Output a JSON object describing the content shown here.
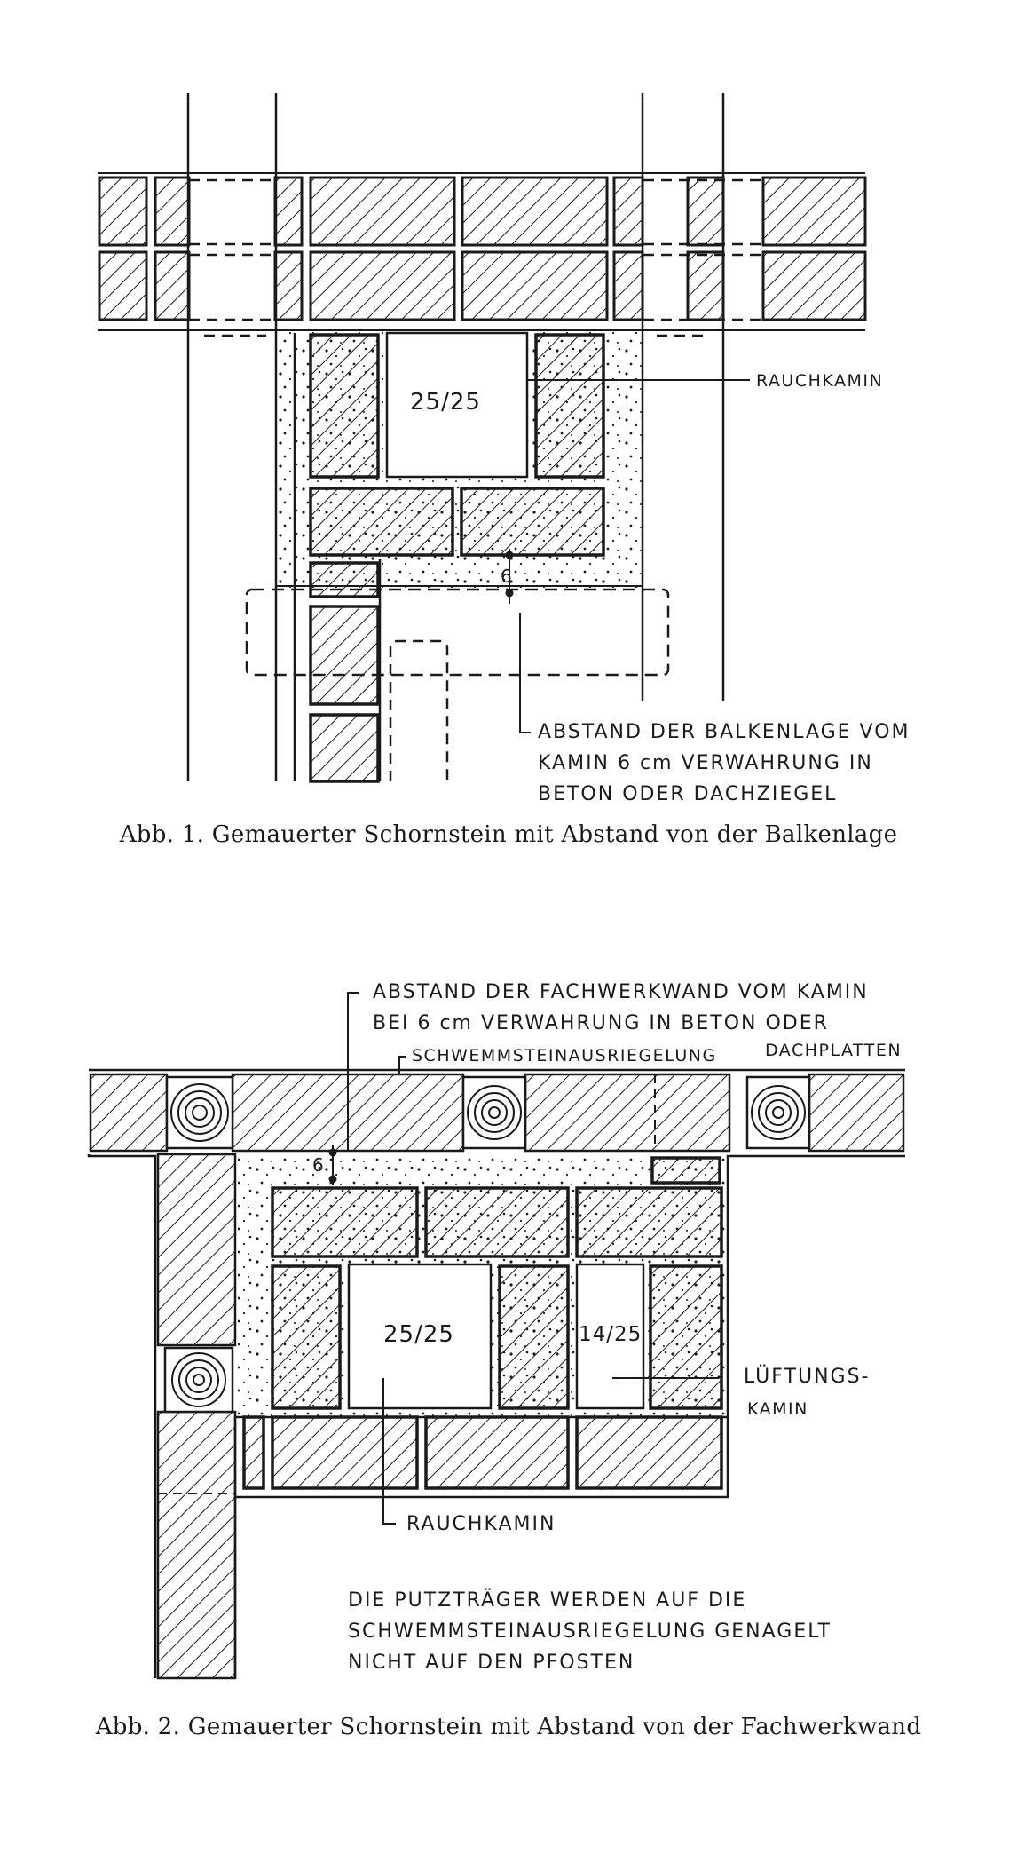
{
  "figure1": {
    "flue_size": "25/25",
    "clearance": "6",
    "label_smoke_flue": "RAUCHKAMIN",
    "note_lines": [
      "ABSTAND DER BALKENLAGE VOM",
      "KAMIN 6 cm VERWAHRUNG IN",
      "BETON ODER DACHZIEGEL"
    ],
    "caption": "Abb. 1. Gemauerter Schornstein mit Abstand von der Balkenlage"
  },
  "figure2": {
    "note_top_lines": [
      "ABSTAND DER FACHWERKWAND VOM KAMIN",
      "BEI 6 cm VERWAHRUNG IN BETON ODER"
    ],
    "label_infill": "SCHWEMMSTEINAUSRIEGELUNG",
    "label_roof_tiles": "DACHPLATTEN",
    "clearance": "6",
    "flue_size_main": "25/25",
    "flue_size_vent": "14/25",
    "label_vent_flue_lines": [
      "LÜFTUNGS-",
      "KAMIN"
    ],
    "label_smoke_flue": "RAUCHKAMIN",
    "note_bottom_lines": [
      "DIE PUTZTRÄGER WERDEN AUF DIE",
      "SCHWEMMSTEINAUSRIEGELUNG GENAGELT",
      "NICHT AUF DEN PFOSTEN"
    ],
    "caption": "Abb. 2. Gemauerter Schornstein mit Abstand von der Fachwerkwand"
  }
}
